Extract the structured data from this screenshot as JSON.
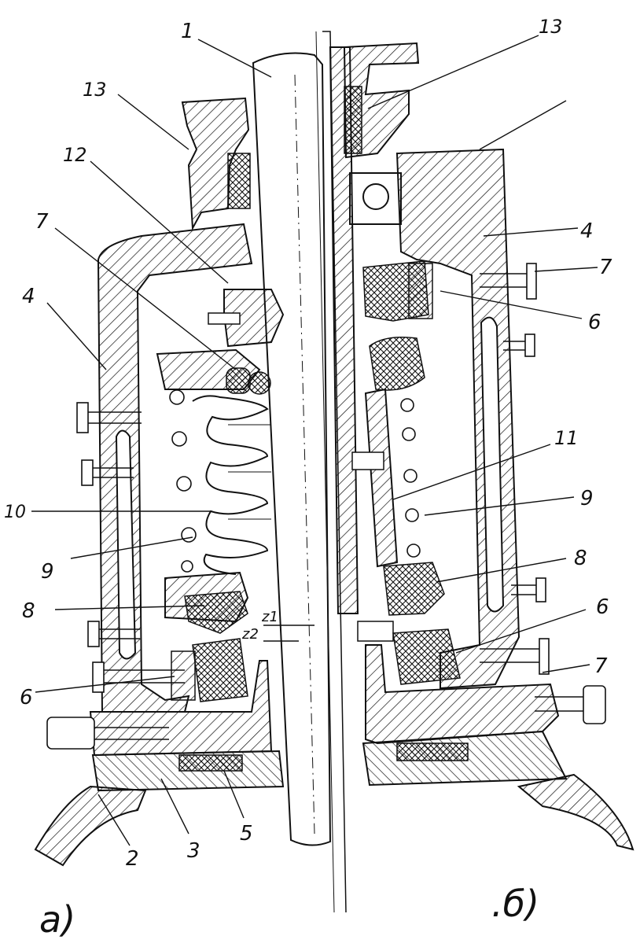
{
  "figure": {
    "left_view_caption": "a)",
    "right_view_caption": ".б)"
  },
  "callouts": {
    "c1": "1",
    "c2": "2",
    "c3": "3",
    "c4_left": "4",
    "c4_right": "4",
    "c5": "5",
    "c6_left": "6",
    "c6_right_top": "6",
    "c6_right_bottom": "6",
    "c7_left": "7",
    "c7_right_top": "7",
    "c7_right_bottom": "7",
    "c8_left": "8",
    "c8_right": "8",
    "c9_left": "9",
    "c9_right": "9",
    "c10": "10",
    "c11": "11",
    "c12": "12",
    "c13_left": "13",
    "c13_right": "13",
    "z1": "z1",
    "z2": "z2"
  }
}
